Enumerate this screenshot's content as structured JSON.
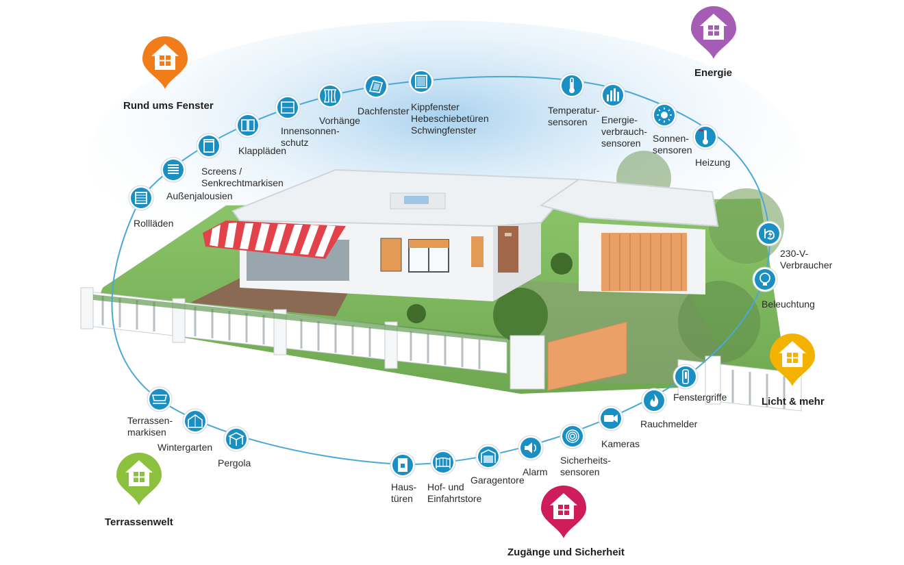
{
  "categories": [
    {
      "id": "fenster",
      "label": "Rund ums Fenster",
      "color": "#f07d1a"
    },
    {
      "id": "energie",
      "label": "Energie",
      "color": "#a45cb5"
    },
    {
      "id": "licht",
      "label": "Licht & mehr",
      "color": "#f4b200"
    },
    {
      "id": "terrasse",
      "label": "Terrassenwelt",
      "color": "#8cc13f"
    },
    {
      "id": "zugang",
      "label": "Zugänge und Sicherheit",
      "color": "#cf1c5a"
    }
  ],
  "nodes": [
    {
      "id": "rolllaeden",
      "label": "Rollläden",
      "icon": "roller-shutter-icon"
    },
    {
      "id": "aussenjalousien",
      "label": "Außenjalousien",
      "icon": "venetian-blind-icon"
    },
    {
      "id": "screens",
      "label": "Screens /\nSenkrechtmarkisen",
      "icon": "screen-icon"
    },
    {
      "id": "klapplaeden",
      "label": "Klappläden",
      "icon": "shutters-icon"
    },
    {
      "id": "innensonnenschutz",
      "label": "Innensonnen-\nschutz",
      "icon": "interior-blind-icon"
    },
    {
      "id": "vorhaenge",
      "label": "Vorhänge",
      "icon": "curtain-icon"
    },
    {
      "id": "dachfenster",
      "label": "Dachfenster",
      "icon": "roof-window-icon"
    },
    {
      "id": "kippfenster",
      "label": "Kippfenster\nHebeschiebetüren\nSchwingfenster",
      "icon": "window-icon"
    },
    {
      "id": "temperatursensoren",
      "label": "Temperatur-\nsensoren",
      "icon": "thermometer-icon"
    },
    {
      "id": "energieverbrauch",
      "label": "Energie-\nverbrauch-\nsensoren",
      "icon": "bar-meter-icon"
    },
    {
      "id": "sonnensensoren",
      "label": "Sonnen-\nsensoren",
      "icon": "sun-icon"
    },
    {
      "id": "heizung",
      "label": "Heizung",
      "icon": "heating-thermometer-icon"
    },
    {
      "id": "verbraucher",
      "label": "230-V-\nVerbraucher",
      "icon": "power-plug-icon"
    },
    {
      "id": "beleuchtung",
      "label": "Beleuchtung",
      "icon": "light-bulb-icon"
    },
    {
      "id": "fenstergriffe",
      "label": "Fenstergriffe",
      "icon": "window-handle-icon"
    },
    {
      "id": "rauchmelder",
      "label": "Rauchmelder",
      "icon": "smoke-detector-icon"
    },
    {
      "id": "kameras",
      "label": "Kameras",
      "icon": "camera-icon"
    },
    {
      "id": "sicherheitssensoren",
      "label": "Sicherheits-\nsensoren",
      "icon": "security-sensor-icon"
    },
    {
      "id": "alarm",
      "label": "Alarm",
      "icon": "alarm-speaker-icon"
    },
    {
      "id": "garagentore",
      "label": "Garagentore",
      "icon": "garage-door-icon"
    },
    {
      "id": "hoftore",
      "label": "Hof- und\nEinfahrtstore",
      "icon": "gate-icon"
    },
    {
      "id": "haustueren",
      "label": "Haus-\ntüren",
      "icon": "front-door-icon"
    },
    {
      "id": "pergola",
      "label": "Pergola",
      "icon": "pergola-icon"
    },
    {
      "id": "wintergarten",
      "label": "Wintergarten",
      "icon": "conservatory-icon"
    },
    {
      "id": "terrassenmarkisen",
      "label": "Terrassen-\nmarkisen",
      "icon": "awning-icon"
    }
  ],
  "colors": {
    "node_fill": "#1a8fc4",
    "node_ring": "#ffffff",
    "loop_line": "#4aa8d8"
  }
}
